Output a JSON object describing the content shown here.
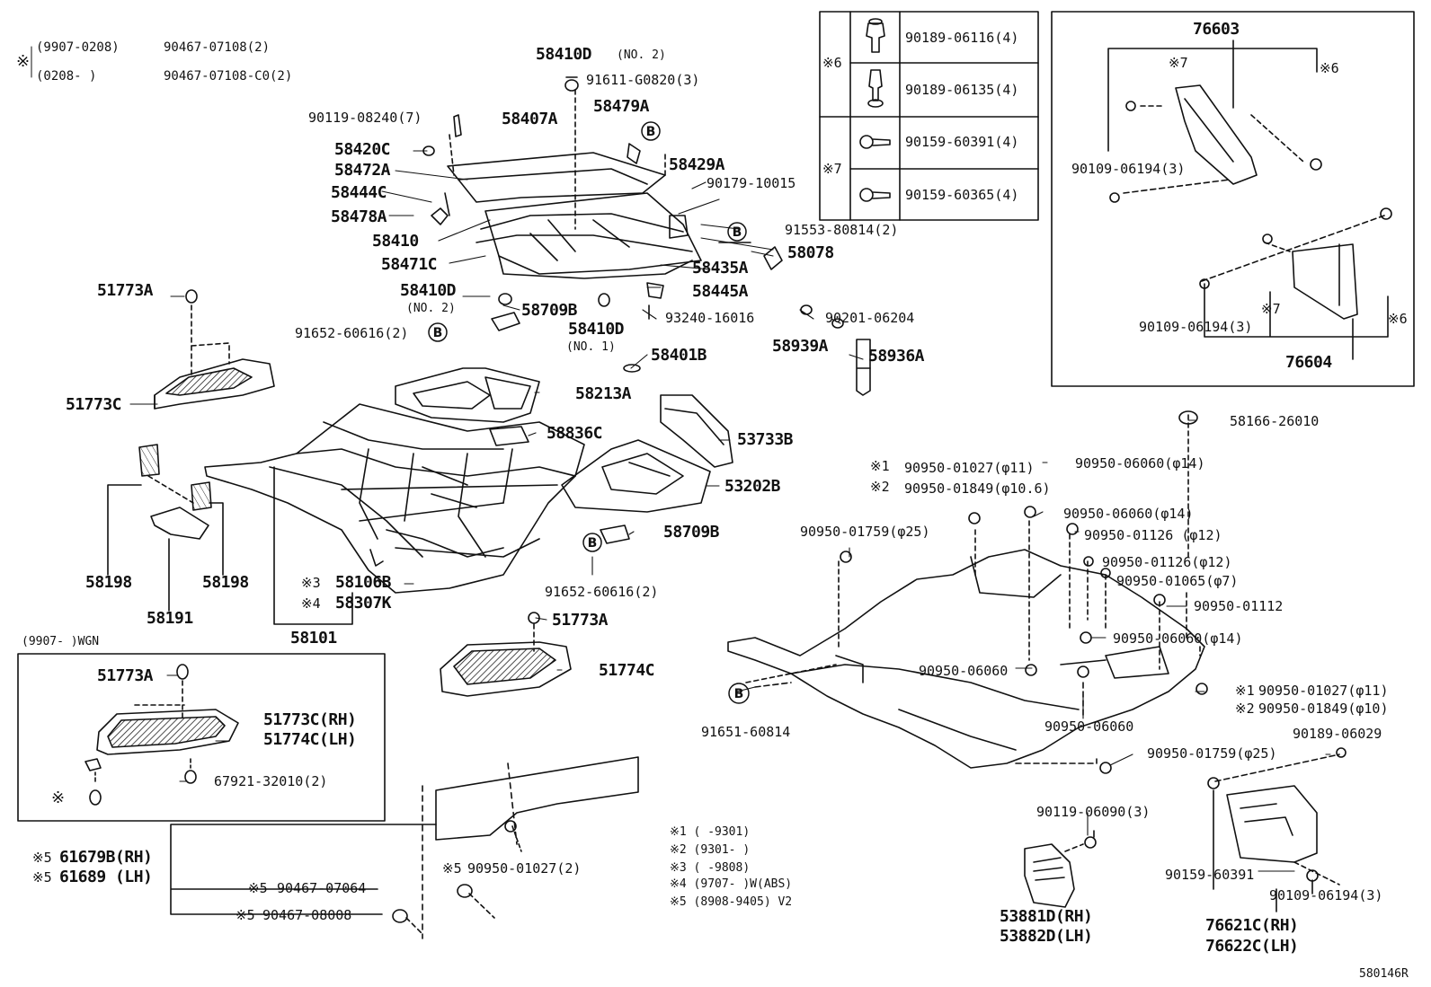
{
  "header_note": {
    "mark": "※",
    "line1_range": "(9907-0208)",
    "line1_part": "90467-07108(2)",
    "line2_range": "(0208-      )",
    "line2_part": "90467-07108-C0(2)"
  },
  "fastener_table": {
    "group6_mark": "※6",
    "group7_mark": "※7",
    "rows": [
      {
        "part": "90189-06116(4)",
        "icon": "clip-icon"
      },
      {
        "part": "90189-06135(4)",
        "icon": "clip-icon"
      },
      {
        "part": "90159-60391(4)",
        "icon": "screw-icon"
      },
      {
        "part": "90159-60365(4)",
        "icon": "screw-icon"
      }
    ]
  },
  "mudguard_box": {
    "title": "76603",
    "bottom": "76604",
    "mark7a": "※7",
    "mark6a": "※6",
    "mark7b": "※7",
    "mark6b": "※6",
    "bolt_a": "90109-06194(3)",
    "bolt_b": "90109-06194(3)"
  },
  "wgn_box": {
    "range": "(9907-      )WGN",
    "clip": "51773A",
    "cover_rh": "51773C(RH)",
    "cover_lh": "51774C(LH)",
    "fastener": "67921-32010(2)",
    "mark": "※"
  },
  "labels": {
    "p58410D_no2_top": "58410D",
    "no2_top": "(NO. 2)",
    "p91611": "91611-G0820(3)",
    "p90119_08240": "90119-08240(7)",
    "p58407A": "58407A",
    "p58479A": "58479A",
    "p58420C": "58420C",
    "p58472A": "58472A",
    "p58429A": "58429A",
    "p58444C": "58444C",
    "p90179": "90179-10015",
    "p58478A": "58478A",
    "p91553": "91553-80814(2)",
    "p58410": "58410",
    "p58078": "58078",
    "p58471C": "58471C",
    "p58435A": "58435A",
    "p58410D_no2_left": "58410D",
    "no2_left": "(NO. 2)",
    "p58445A": "58445A",
    "p58709B_top": "58709B",
    "p93240": "93240-16016",
    "p90201": "90201-06204",
    "p91652_top": "91652-60616(2)",
    "p58410D_no1": "58410D",
    "no1": "(NO. 1)",
    "p58939A": "58939A",
    "p58401B": "58401B",
    "p58936A": "58936A",
    "p51773A_top": "51773A",
    "p51773C": "51773C",
    "p58213A": "58213A",
    "p58836C": "58836C",
    "p53733B": "53733B",
    "p53202B": "53202B",
    "p58709B_mid": "58709B",
    "p58198_l": "58198",
    "p58198_r": "58198",
    "p58191": "58191",
    "m3": "※3",
    "p58106B": "58106B",
    "m4": "※4",
    "p58307K": "58307K",
    "p91652_mid": "91652-60616(2)",
    "p58101": "58101",
    "p51773A_mid": "51773A",
    "p51774C": "51774C",
    "p58166": "58166-26010",
    "m1_top": "※1",
    "p90950_01027_top": "90950-01027(φ11)",
    "m2_top": "※2",
    "p90950_01849_top": "90950-01849(φ10.6)",
    "p90950_06060_a": "90950-06060(φ14)",
    "p90950_06060_b": "90950-06060(φ14)",
    "p90950_01759_a": "90950-01759(φ25)",
    "p90950_01126_a": "90950-01126 (φ12)",
    "p90950_01126_b": "90950-01126(φ12)",
    "p90950_01065": "90950-01065(φ7)",
    "p90950_01112": "90950-01112",
    "p90950_06060_c": "90950-06060(φ14)",
    "p90950_06060_d": "90950-06060",
    "m1_r": "※1",
    "p90950_01027_r": "90950-01027(φ11)",
    "m2_r": "※2",
    "p90950_01849_r": "90950-01849(φ10)",
    "p91651": "91651-60814",
    "p90950_06060_e": "90950-06060",
    "p90950_01759_b": "90950-01759(φ25)",
    "p90189_06029": "90189-06029",
    "p90119_06090": "90119-06090(3)",
    "m5_a": "※5",
    "p61679B": "61679B(RH)",
    "m5_b": "※5",
    "p61689": "61689 (LH)",
    "m5_c": "※5",
    "p90950_01027_2": "90950-01027(2)",
    "m5_d": "※5",
    "p90467_07064": "90467-07064",
    "m5_e": "※5",
    "p90467_08008": "90467-08008",
    "p90159_60391": "90159-60391",
    "p90109_06194_3": "90109-06194(3)",
    "p53881D": "53881D(RH)",
    "p53882D": "53882D(LH)",
    "p76621C": "76621C(RH)",
    "p76622C": "76622C(LH)",
    "circle_b": "B",
    "footnote_code": "580146R"
  },
  "legend": [
    "※1 (     -9301)",
    "※2 (9301-      )",
    "※3 (     -9808)",
    "※4 (9707-      )W(ABS)",
    "※5 (8908-9405) V2"
  ]
}
